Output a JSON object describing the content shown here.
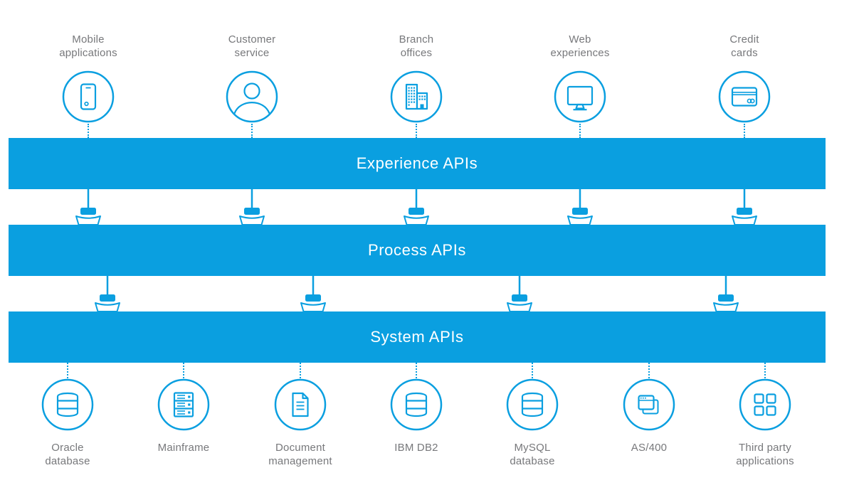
{
  "colors": {
    "accent_blue": "#0a9fe0",
    "label_gray": "#77787b",
    "bar_text": "#ffffff",
    "background": "#ffffff"
  },
  "layers": [
    {
      "label": "Experience APIs"
    },
    {
      "label": "Process APIs"
    },
    {
      "label": "System APIs"
    }
  ],
  "top_nodes": [
    {
      "icon": "smartphone-icon",
      "label": "Mobile applications",
      "label_lines": [
        "Mobile",
        "applications"
      ]
    },
    {
      "icon": "person-icon",
      "label": "Customer service",
      "label_lines": [
        "Customer",
        "service"
      ]
    },
    {
      "icon": "buildings-icon",
      "label": "Branch offices",
      "label_lines": [
        "Branch",
        "offices"
      ]
    },
    {
      "icon": "monitor-icon",
      "label": "Web experiences",
      "label_lines": [
        "Web",
        "experiences"
      ]
    },
    {
      "icon": "credit-card-icon",
      "label": "Credit cards",
      "label_lines": [
        "Credit",
        "cards"
      ]
    }
  ],
  "bottom_nodes": [
    {
      "icon": "database-icon",
      "label": "Oracle database",
      "label_lines": [
        "Oracle",
        "database"
      ]
    },
    {
      "icon": "server-rack-icon",
      "label": "Mainframe",
      "label_lines": [
        "Mainframe"
      ]
    },
    {
      "icon": "document-icon",
      "label": "Document management",
      "label_lines": [
        "Document",
        "management"
      ]
    },
    {
      "icon": "database-icon",
      "label": "IBM DB2",
      "label_lines": [
        "IBM DB2"
      ]
    },
    {
      "icon": "database-icon",
      "label": "MySQL database",
      "label_lines": [
        "MySQL",
        "database"
      ]
    },
    {
      "icon": "app-windows-icon",
      "label": "AS/400",
      "label_lines": [
        "AS/400"
      ]
    },
    {
      "icon": "app-grid-icon",
      "label": "Third party applications",
      "label_lines": [
        "Third party",
        "applications"
      ]
    }
  ]
}
